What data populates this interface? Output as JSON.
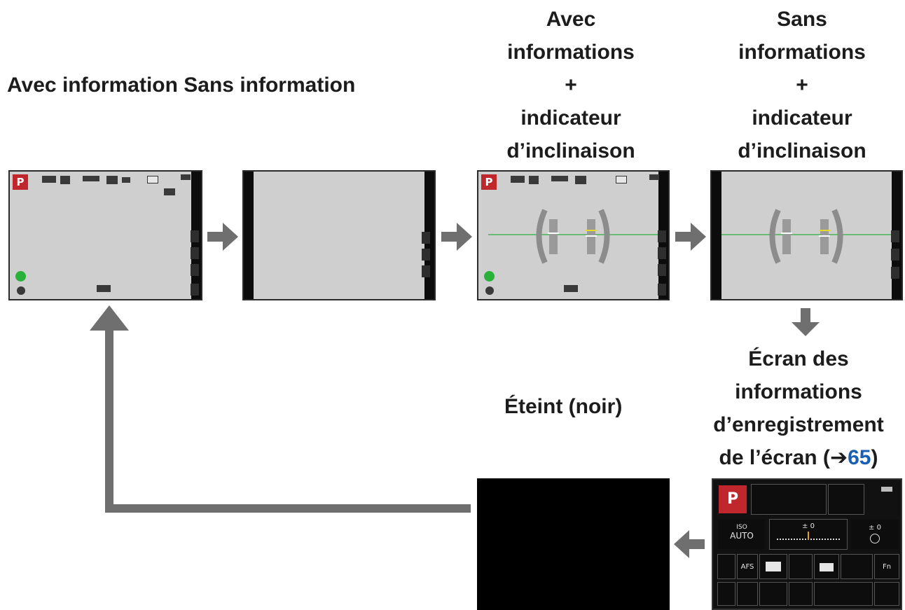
{
  "labels": {
    "with_info": "Avec information",
    "without_info": "Sans information",
    "with_info_level": [
      "Avec",
      "informations",
      "+",
      "indicateur",
      "d’inclinaison"
    ],
    "without_info_level": [
      "Sans",
      "informations",
      "+",
      "indicateur",
      "d’inclinaison"
    ],
    "off_black": "Éteint (noir)",
    "rec_info_lines": [
      "Écran des",
      "informations",
      "d’enregistrement"
    ],
    "rec_info_last_prefix": "de l’écran (",
    "rec_info_arrow": "➔",
    "rec_info_ref": "65",
    "rec_info_close": ")"
  },
  "screens": {
    "mode_letter": "P"
  },
  "info_panel": {
    "mode": "P",
    "iso_label": "ISO",
    "iso_value": "AUTO",
    "exposure_comp": "± 0",
    "flash_comp": "± 0",
    "af_mode": "AFS",
    "flash_adj": "Fn"
  },
  "colors": {
    "mode_red": "#c0272d",
    "accent_blue": "#1a5fb4",
    "arrow_grey": "#6f6f6f",
    "level_green": "#29b13a"
  }
}
